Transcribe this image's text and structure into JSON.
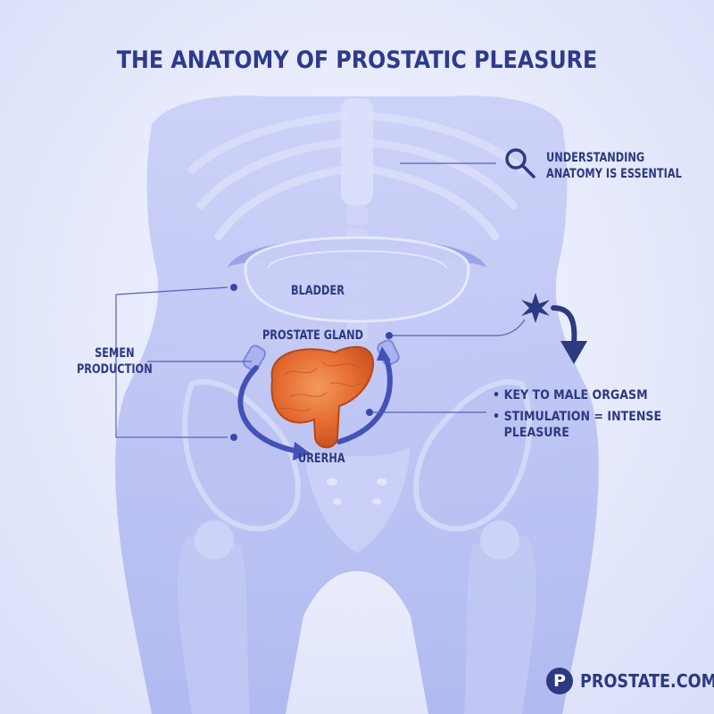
{
  "title": "THE ANATOMY OF PROSTATIC PLEASURE",
  "labels": {
    "bladder": "BLADDER",
    "prostate_gland": "PROSTATE GLAND",
    "urethra": "URERHA",
    "semen_line1": "SEMEN",
    "semen_line2": "PRODUCTION",
    "understanding_line1": "UNDERSTANDING",
    "understanding_line2": "ANATOMY IS ESSENTIAL"
  },
  "bullets": [
    "KEY TO MALE ORGASM",
    "STIMULATION = INTENSE",
    "PLEASURE"
  ],
  "brand": {
    "logo_letter": "P",
    "name": "PROSTATE.COM"
  },
  "colors": {
    "text": "#2d3980",
    "body": "#b5bdf3",
    "prostate": "#e0602c",
    "background": "#e9ecfc"
  },
  "icons": [
    "magnifier-icon",
    "star-burst-icon",
    "down-arrow-icon"
  ]
}
